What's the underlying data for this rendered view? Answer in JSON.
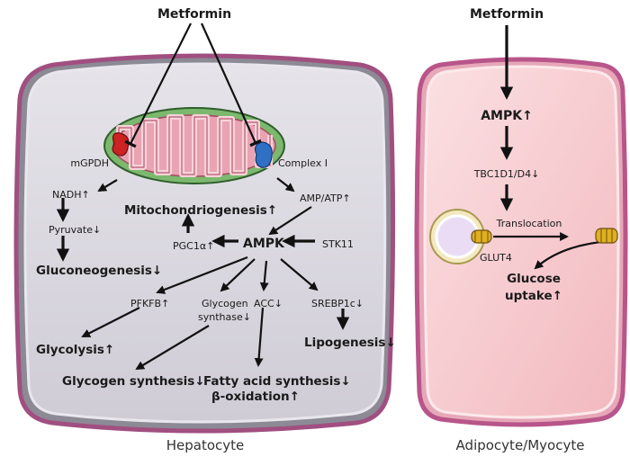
{
  "hepatocyte": {
    "metformin": "Metformin",
    "mgpdh": "mGPDH",
    "complex1": "Complex I",
    "nadh": "NADH↑",
    "amp_atp": "AMP/ATP↑",
    "mitochondriogenesis": "Mitochondriogenesis↑",
    "pyruvate": "Pyruvate↓",
    "pgc1a": "PGC1α↑",
    "ampk": "AMPK",
    "stk11": "STK11",
    "gluconeogenesis": "Gluconeogenesis↓",
    "pfkfb": "PFKFB↑",
    "glycogen_synthase_1": "Glycogen",
    "glycogen_synthase_2": "synthase↓",
    "acc": "ACC↓",
    "srebp1c": "SREBP1c↓",
    "glycolysis": "Glycolysis↑",
    "lipogenesis": "Lipogenesis↓",
    "glycogen_synthesis": "Glycogen synthesis↓",
    "fatty_acid_synthesis": "Fatty acid synthesis↓",
    "beta_oxidation": "β-oxidation↑",
    "caption": "Hepatocyte"
  },
  "adipocyte": {
    "metformin": "Metformin",
    "ampk": "AMPK↑",
    "tbc1d1": "TBC1D1/D4↓",
    "translocation": "Translocation",
    "glut4": "GLUT4",
    "glucose_1": "Glucose",
    "glucose_2": "uptake↑",
    "caption": "Adipocyte/Myocyte"
  },
  "colors": {
    "hepatocyte_fill": "#d9d6e0",
    "hepatocyte_border": "#b05a8a",
    "adipocyte_fill": "#f6c8cc",
    "adipocyte_border": "#c2578a",
    "mito_outer": "#86c07a",
    "mito_inner": "#e8a0b0",
    "mgpdh": "#cc2222",
    "complex1": "#2f6fc4",
    "glut4": "#e0b020"
  }
}
